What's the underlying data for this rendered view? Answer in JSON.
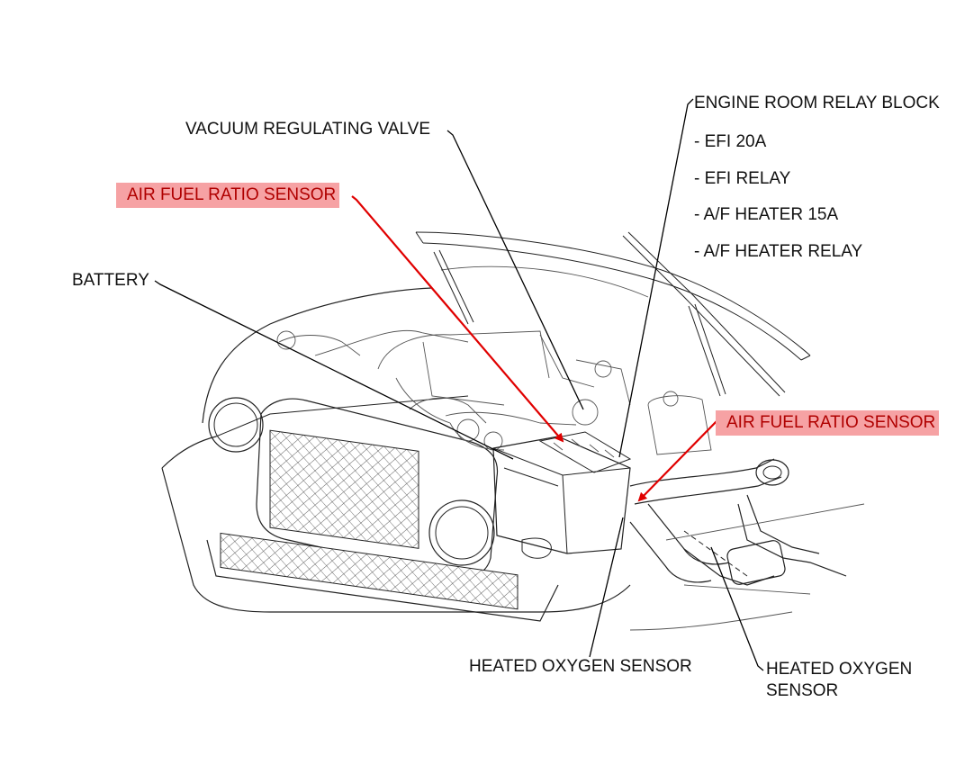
{
  "labels": {
    "vacuum_regulating_valve": "VACUUM REGULATING VALVE",
    "air_fuel_ratio_sensor_1": "AIR FUEL RATIO SENSOR",
    "battery": "BATTERY",
    "engine_room_relay_block": "ENGINE ROOM RELAY BLOCK",
    "relay_items": [
      "- EFI 20A",
      "- EFI RELAY",
      "- A/F HEATER 15A",
      "- A/F HEATER RELAY"
    ],
    "air_fuel_ratio_sensor_2": "AIR FUEL RATIO SENSOR",
    "heated_oxygen_sensor_1": "HEATED OXYGEN SENSOR",
    "heated_oxygen_sensor_2_line1": "HEATED OXYGEN",
    "heated_oxygen_sensor_2_line2": "SENSOR"
  },
  "colors": {
    "highlight_fill": "#f6a2a4",
    "highlight_text": "#b00000",
    "pointer_red": "#e00000"
  }
}
